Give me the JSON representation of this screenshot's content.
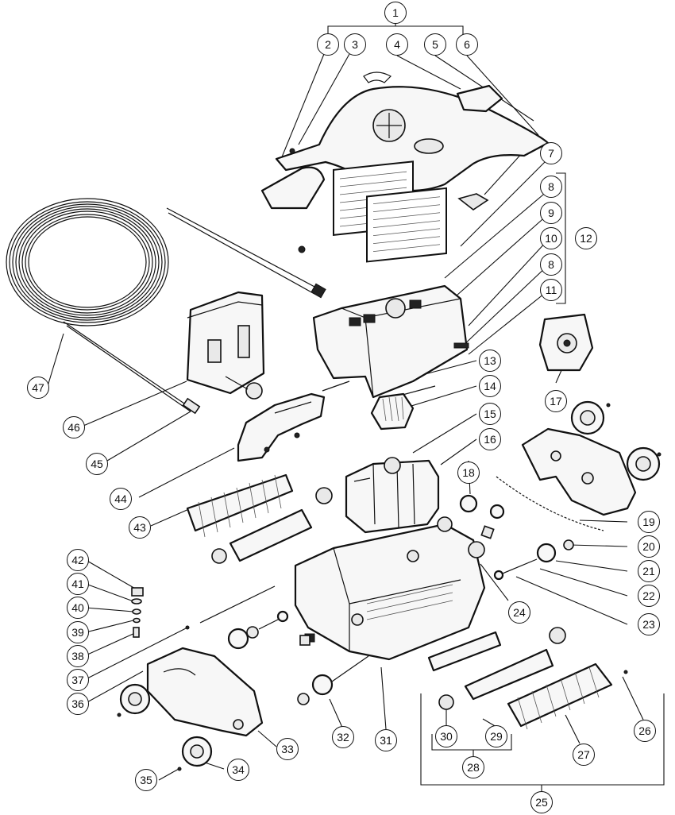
{
  "callouts": [
    "1",
    "2",
    "3",
    "4",
    "5",
    "6",
    "7",
    "8",
    "9",
    "10",
    "8",
    "11",
    "12",
    "13",
    "14",
    "15",
    "16",
    "17",
    "18",
    "19",
    "20",
    "21",
    "22",
    "23",
    "24",
    "25",
    "26",
    "27",
    "28",
    "29",
    "30",
    "31",
    "32",
    "33",
    "34",
    "35",
    "36",
    "37",
    "38",
    "39",
    "40",
    "41",
    "42",
    "43",
    "44",
    "45",
    "46",
    "47"
  ]
}
